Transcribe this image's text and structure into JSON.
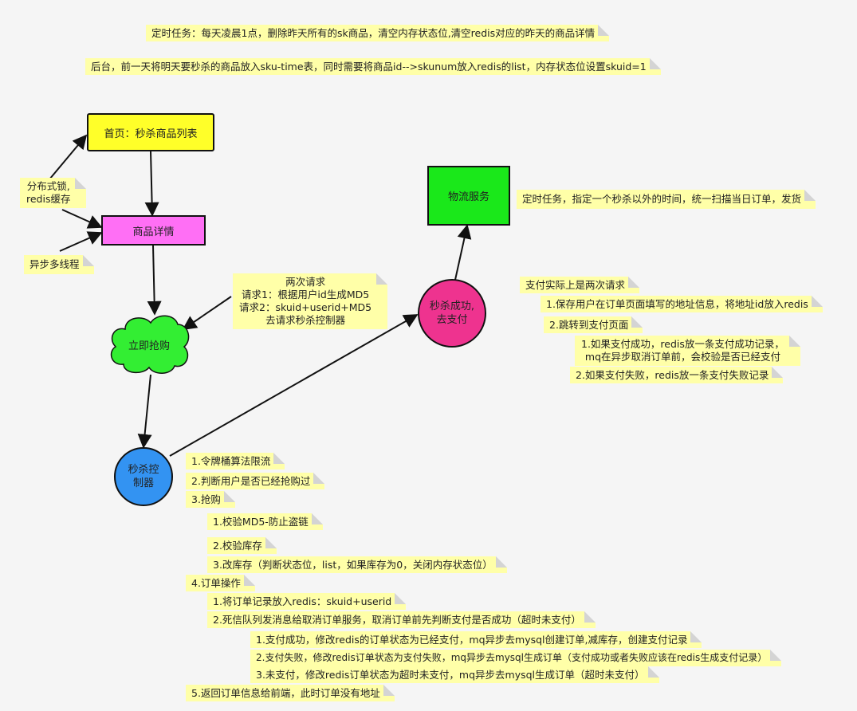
{
  "top_notes": {
    "cron_job": "定时任务：每天凌晨1点，删除昨天所有的sk商品，清空内存状态位,清空redis对应的昨天的商品详情",
    "backend": "后台，前一天将明天要秒杀的商品放入sku-time表，同时需要将商品id-->skunum放入redis的list，内存状态位设置skuid=1"
  },
  "nodes": {
    "home": "首页：秒杀商品列表",
    "detail": "商品详情",
    "grab": "立即抢购",
    "controller_l1": "秒杀控",
    "controller_l2": "制器",
    "success_l1": "秒杀成功,",
    "success_l2": "去支付",
    "logistics": "物流服务"
  },
  "side_notes": {
    "lock_l1": "分布式锁,",
    "lock_l2": "redis缓存",
    "async": "异步多线程",
    "requests_l1": "两次请求",
    "requests_l2": "请求1：根据用户id生成MD5",
    "requests_l3": "请求2：skuid+userid+MD5",
    "requests_l4": "去请求秒杀控制器",
    "logistics_note": "定时任务，指定一个秒杀以外的时间，统一扫描当日订单，发货"
  },
  "payment_notes": [
    "支付实际上是两次请求",
    "1.保存用户在订单页面填写的地址信息，将地址id放入redis",
    "2.跳转到支付页面",
    "1.如果支付成功，redis放一条支付成功记录，",
    "mq在异步取消订单前，会校验是否已经支付",
    "2.如果支付失败，redis放一条支付失败记录"
  ],
  "controller_notes": [
    "1.令牌桶算法限流",
    "2.判断用户是否已经抢购过",
    "3.抢购",
    "1.校验MD5-防止盗链",
    "2.校验库存",
    "3.改库存（判断状态位，list，如果库存为0，关闭内存状态位）",
    "4.订单操作",
    "1.将订单记录放入redis：skuid+userid",
    "2.死信队列发消息给取消订单服务，取消订单前先判断支付是否成功（超时未支付）",
    "1.支付成功，修改redis的订单状态为已经支付，mq异步去mysql创建订单,减库存，创建支付记录",
    "2.支付失败，修改redis订单状态为支付失败，mq异步去mysql生成订单（支付成功或者失败应该在redis生成支付记录）",
    "3.未支付，修改redis订单状态为超时未支付，mq异步去mysql生成订单（超时未支付）",
    "5.返回订单信息给前端，此时订单没有地址"
  ]
}
